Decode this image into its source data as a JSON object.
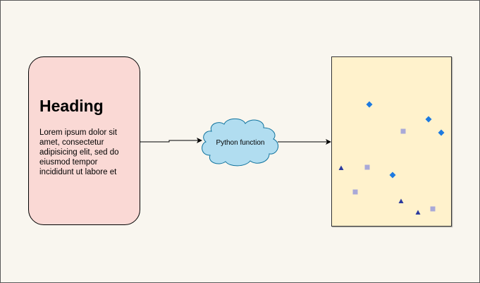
{
  "card": {
    "heading": "Heading",
    "body": "Lorem ipsum dolor sit amet, consectetur adipisicing elit, sed do eiusmod tempor incididunt ut labore et",
    "fill_color": "#fad9d5"
  },
  "process": {
    "label": "Python function",
    "shape": "cloud",
    "fill_color": "#b1ddf0",
    "stroke_color": "#10739e"
  },
  "output": {
    "fill_color": "#fff2cc",
    "markers": [
      {
        "shape": "diamond",
        "color": "#1d7ae0"
      },
      {
        "shape": "diamond",
        "color": "#1d7ae0"
      },
      {
        "shape": "diamond",
        "color": "#1d7ae0"
      },
      {
        "shape": "diamond",
        "color": "#1d7ae0"
      },
      {
        "shape": "square",
        "color": "#a9a9d8"
      },
      {
        "shape": "square",
        "color": "#a9a9d8"
      },
      {
        "shape": "square",
        "color": "#a9a9d8"
      },
      {
        "shape": "square",
        "color": "#a9a9d8"
      },
      {
        "shape": "triangle",
        "color": "#2b3a9e"
      },
      {
        "shape": "triangle",
        "color": "#2b3a9e"
      },
      {
        "shape": "triangle",
        "color": "#2b3a9e"
      }
    ]
  },
  "connectors": [
    {
      "from": "card",
      "to": "process",
      "arrow": "arrow-icon"
    },
    {
      "from": "process",
      "to": "output",
      "arrow": "arrow-icon"
    }
  ]
}
